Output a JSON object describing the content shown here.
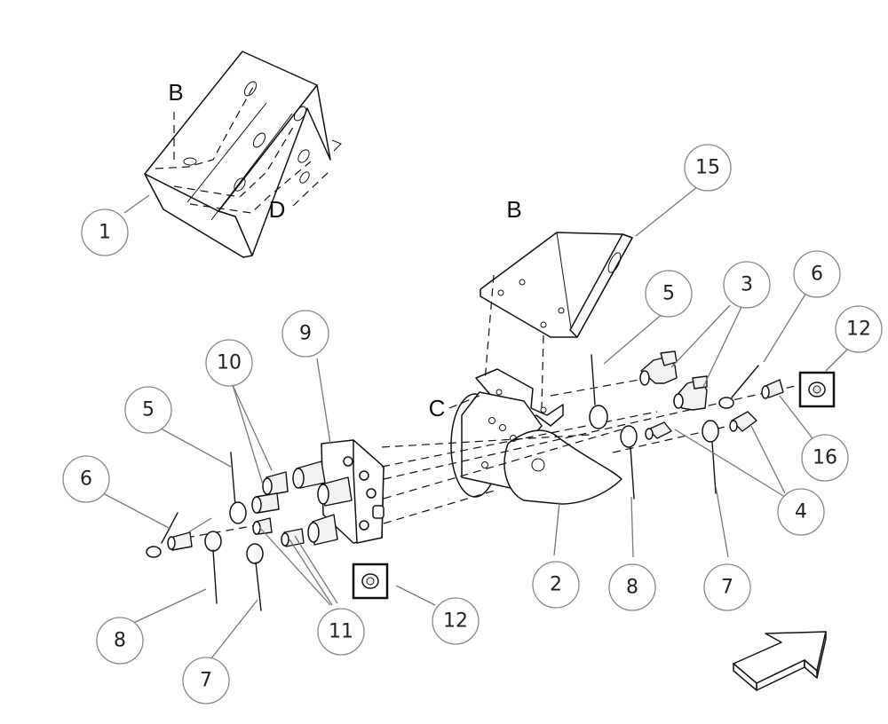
{
  "balloons": {
    "b1": "1",
    "b2": "2",
    "b3": "3",
    "b4": "4",
    "b5a": "5",
    "b5b": "5",
    "b6a": "6",
    "b6b": "6",
    "b7a": "7",
    "b7b": "7",
    "b8a": "8",
    "b8b": "8",
    "b9": "9",
    "b10": "10",
    "b11": "11",
    "b12a": "12",
    "b12b": "12",
    "b15": "15",
    "b16": "16"
  },
  "references": {
    "b_upper": "B",
    "b_lower": "B",
    "c": "C",
    "d": "D"
  },
  "colors": {
    "line": "#111111",
    "balloon_outline": "#888888",
    "leader": "#777777",
    "background": "#ffffff"
  },
  "icons": {
    "direction_arrow": "hollow-arrow-icon"
  }
}
